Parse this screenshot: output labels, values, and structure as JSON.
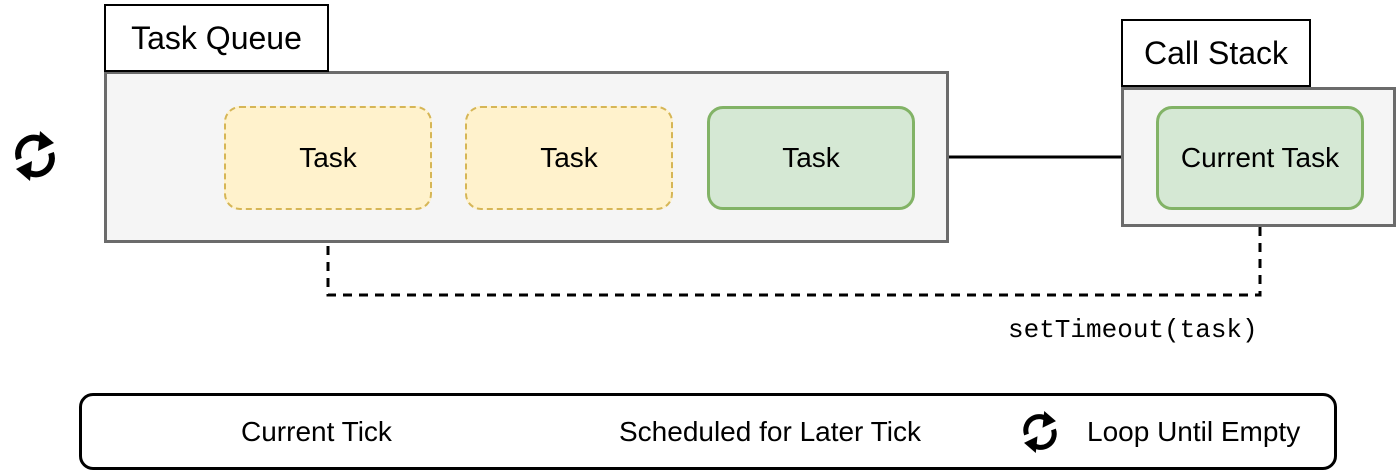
{
  "task_queue": {
    "title": "Task Queue",
    "tasks": [
      "Task",
      "Task",
      "Task"
    ]
  },
  "call_stack": {
    "title": "Call Stack",
    "current": "Current Task"
  },
  "schedule_label": "setTimeout(task)",
  "legend": {
    "current_tick": "Current Tick",
    "scheduled": "Scheduled for Later Tick",
    "loop": "Loop Until Empty"
  },
  "icons": {
    "loop": "loop-arrows-icon"
  },
  "colors": {
    "pending_fill": "#fff2cc",
    "pending_border": "#d6b656",
    "active_fill": "#d5e8d4",
    "active_border": "#82b366",
    "container_fill": "#f5f5f5",
    "container_border": "#6b6b6b"
  }
}
